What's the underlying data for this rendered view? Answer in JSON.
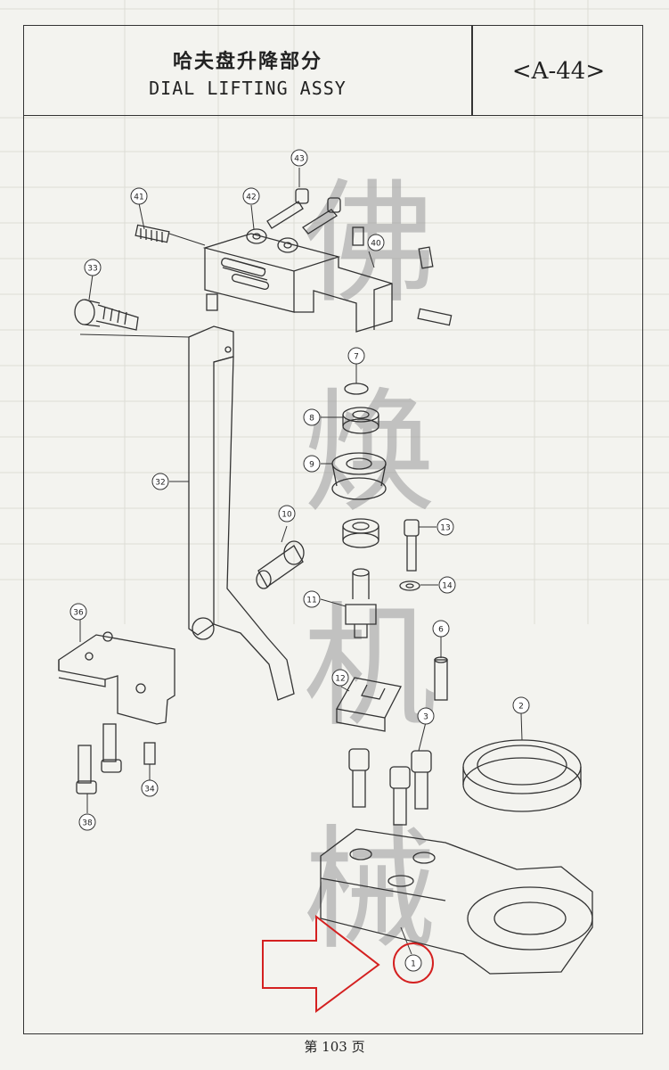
{
  "header": {
    "title_cn": "哈夫盘升降部分",
    "title_en": "DIAL LIFTING ASSY",
    "code": "<A-44>"
  },
  "callouts": {
    "c1": "1",
    "c2": "2",
    "c3": "3",
    "c6": "6",
    "c7": "7",
    "c8": "8",
    "c9": "9",
    "c10": "10",
    "c11": "11",
    "c12": "12",
    "c13": "13",
    "c14": "14",
    "c32": "32",
    "c33": "33",
    "c34": "34",
    "c36": "36",
    "c38": "38",
    "c40": "40",
    "c41": "41",
    "c42": "42",
    "c43": "43"
  },
  "watermark": [
    "佛",
    "焕",
    "机",
    "械"
  ],
  "footer": {
    "page": "第 103 页"
  },
  "colors": {
    "highlight": "#d42020",
    "ink": "#333333",
    "watermark": "#9a9a9a"
  }
}
